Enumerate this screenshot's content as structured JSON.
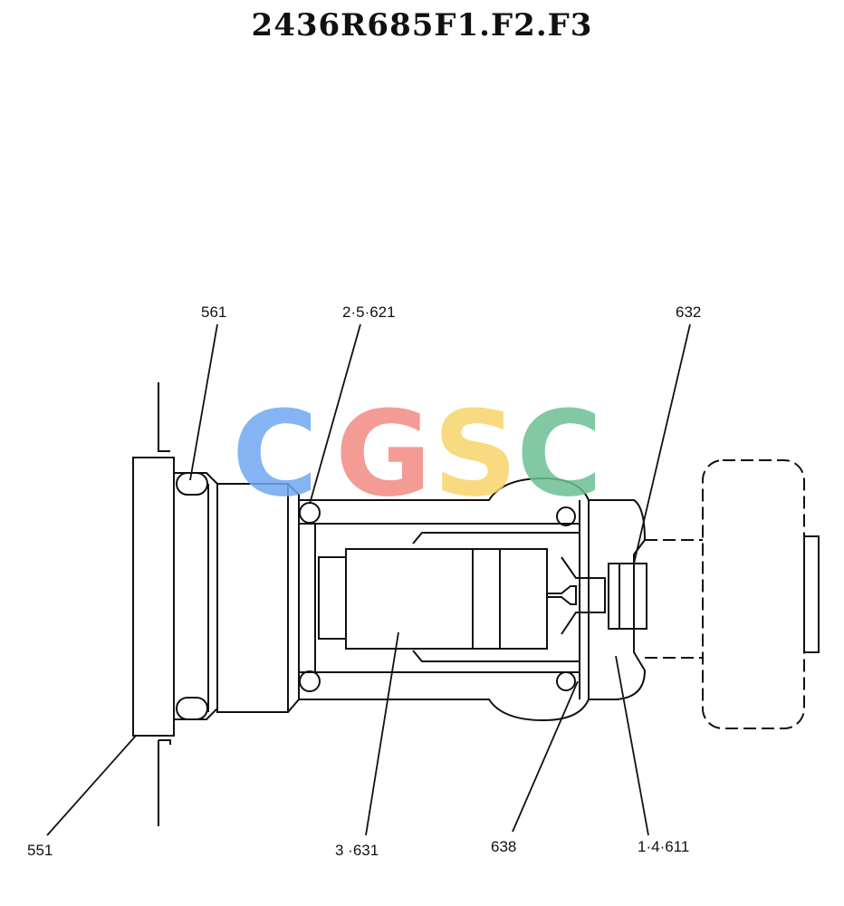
{
  "title": "2436R685F1.F2.F3",
  "watermark": {
    "letters": [
      "C",
      "G",
      "S",
      "C"
    ],
    "colors": [
      "#6fa8f2",
      "#f28a82",
      "#f7d56a",
      "#6dbf94"
    ]
  },
  "callouts": {
    "c561": "561",
    "c2_5_621": "2·5·621",
    "c632": "632",
    "c551": "551",
    "c3_631": "3 ·631",
    "c638": "638",
    "c1_4_611": "1·4·611"
  }
}
